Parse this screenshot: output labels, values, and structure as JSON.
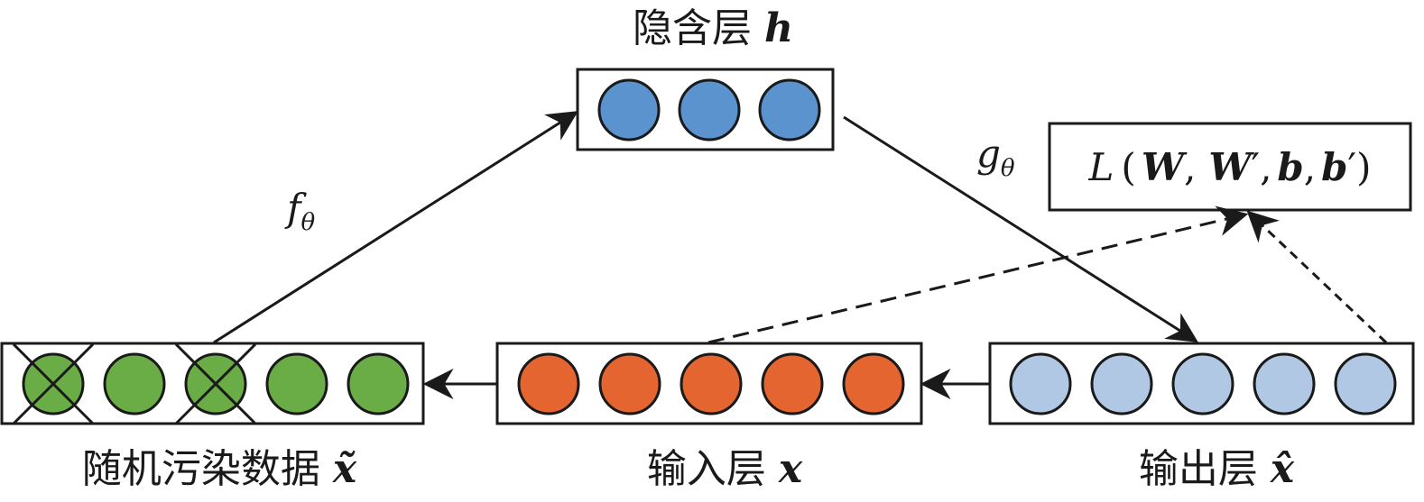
{
  "layers": {
    "hidden": {
      "label": "隐含层",
      "symbol": "h",
      "neurons": 3,
      "color": "#5b93cf"
    },
    "corrupted": {
      "label": "随机污染数据",
      "symbol": "x̃",
      "neurons": 5,
      "crossed": [
        0,
        2
      ],
      "color": "#6aad46"
    },
    "input": {
      "label": "输入层",
      "symbol": "x",
      "neurons": 5,
      "color": "#e4652f"
    },
    "output": {
      "label": "输出层",
      "symbol": "x̂",
      "neurons": 5,
      "color": "#b1c8e4"
    }
  },
  "edges": {
    "encoder": {
      "label": "f",
      "subscript": "θ"
    },
    "decoder": {
      "label": "g",
      "subscript": "θ"
    }
  },
  "loss": {
    "L": "L",
    "open": "(",
    "W": "W",
    "comma1": ",",
    "W2": "W",
    "prime1": "′",
    "comma2": ",",
    "b": "b",
    "comma3": ",",
    "b2": "b",
    "prime2": "′",
    "close": ")"
  }
}
